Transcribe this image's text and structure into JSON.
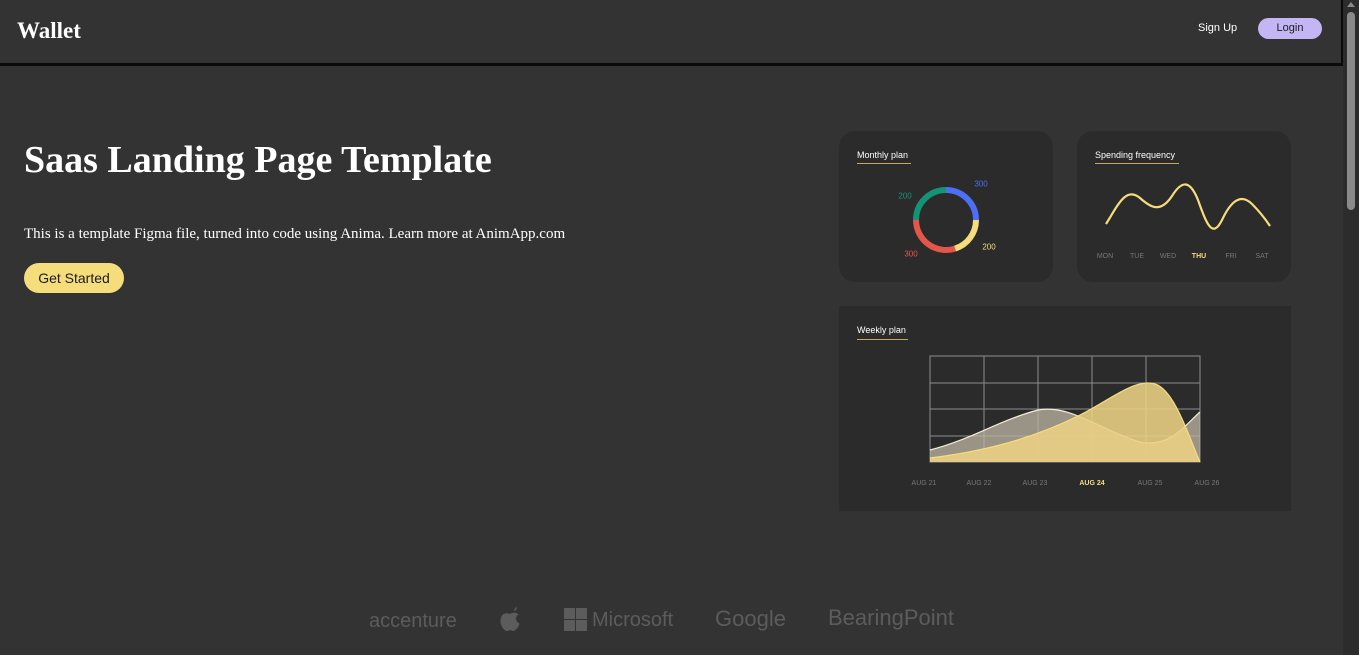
{
  "nav": {
    "brand": "Wallet",
    "signup_label": "Sign Up",
    "login_label": "Login"
  },
  "hero": {
    "title": "Saas Landing Page Template",
    "subtitle": "This is a template Figma file, turned into code using Anima. Learn more at AnimApp.com",
    "cta_label": "Get Started"
  },
  "monthly_plan": {
    "title": "Monthly plan",
    "labels": [
      {
        "text": "300",
        "color": "#4d6ef5"
      },
      {
        "text": "200",
        "color": "#f6dd7c"
      },
      {
        "text": "300",
        "color": "#e5564a"
      },
      {
        "text": "200",
        "color": "#149477"
      }
    ]
  },
  "spending": {
    "title": "Spending frequency",
    "days": [
      "MON",
      "TUE",
      "WED",
      "THU",
      "FRI",
      "SAT"
    ],
    "active_day": "THU"
  },
  "weekly": {
    "title": "Weekly plan",
    "dates": [
      "AUG 21",
      "AUG 22",
      "AUG 23",
      "AUG 24",
      "AUG 25",
      "AUG 26"
    ],
    "active_date": "AUG 24"
  },
  "logos": [
    "accenture",
    "apple-logo",
    "Microsoft",
    "Google",
    "BearingPoint"
  ],
  "colors": {
    "background": "#333333",
    "accent_yellow": "#f6dd7c",
    "login_purple": "#c4b5f4",
    "card": "#2b2b2b"
  }
}
